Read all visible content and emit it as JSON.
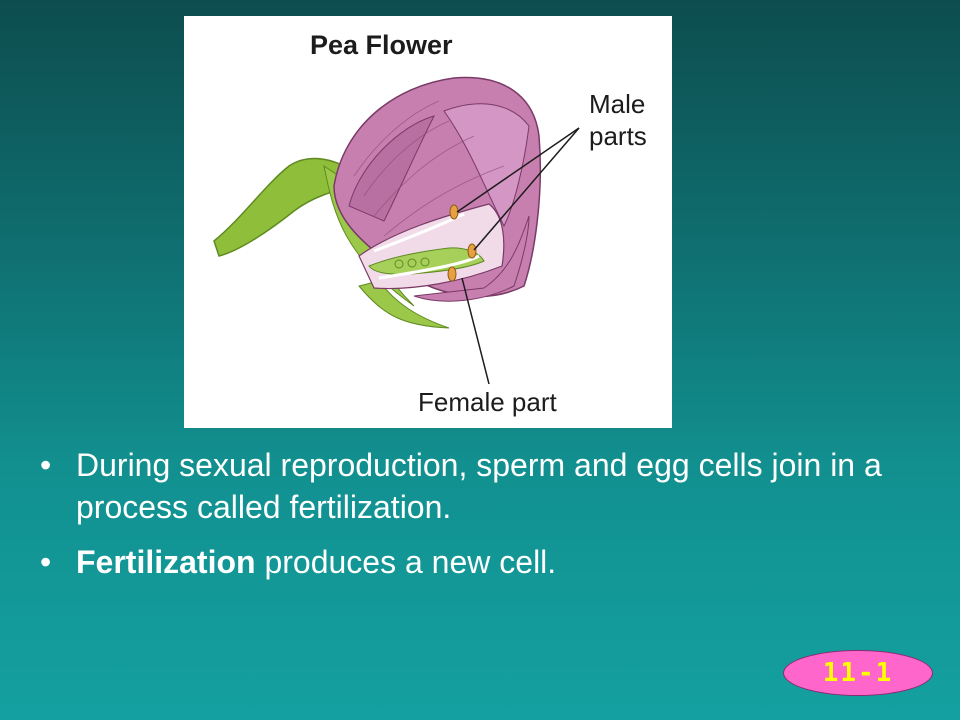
{
  "figure": {
    "title": "Pea Flower",
    "label_male_line1": "Male",
    "label_male_line2": "parts",
    "label_female": "Female part"
  },
  "bullets": [
    {
      "bold": "",
      "text": "During sexual reproduction, sperm and egg cells join in a process called fertilization."
    },
    {
      "bold": "Fertilization",
      "text": " produces a new cell."
    }
  ],
  "bullet_glyph": "•",
  "badge": {
    "text": "11-1"
  },
  "colors": {
    "background_top": "#0d4d4f",
    "background_bottom": "#14a0a0",
    "petal": "#c77fb0",
    "stem": "#8fbf3a",
    "badge_fill": "#ff66cc",
    "badge_text": "#ffff00"
  }
}
